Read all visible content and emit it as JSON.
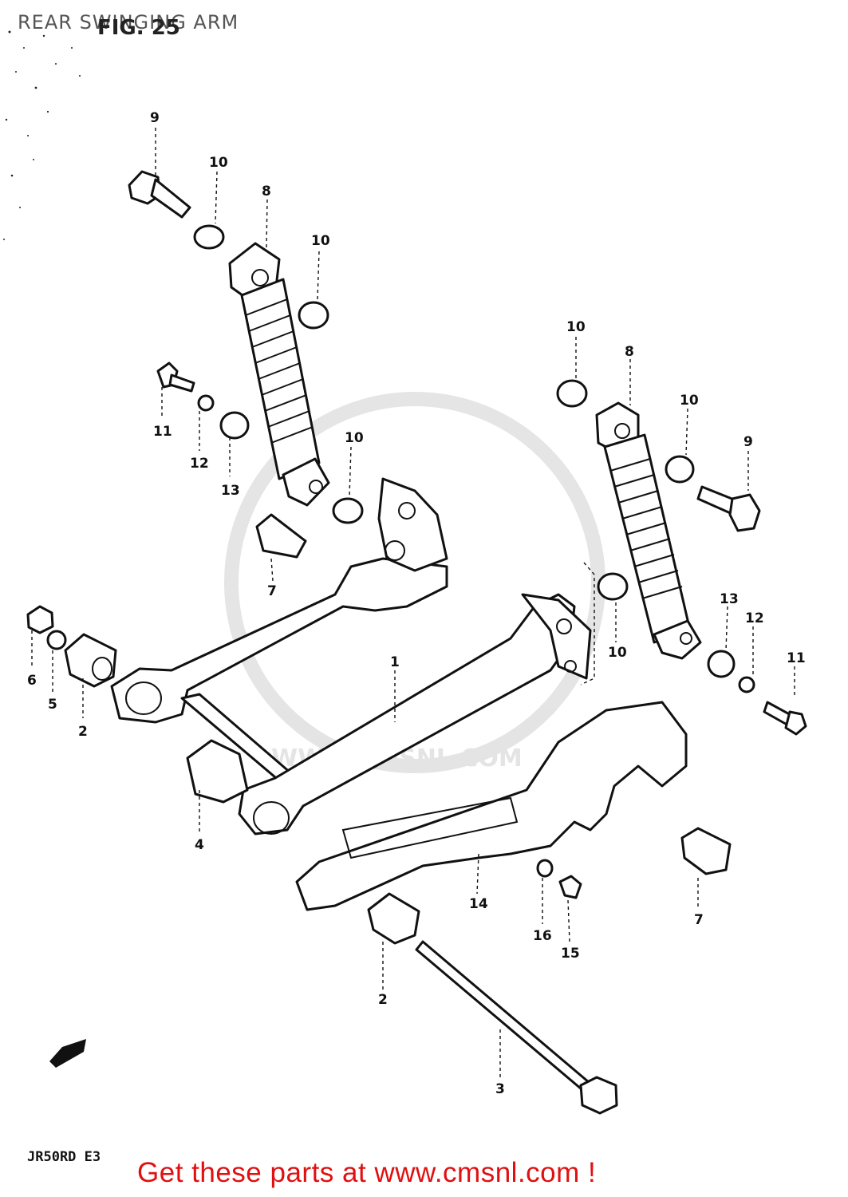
{
  "title": "REAR SWINGING ARM",
  "fig_label": "FIG. 25",
  "model_code": "JR50RD E3",
  "footer": "Get these parts at www.cmsnl.com !",
  "watermark": "WWW.CMSNL.COM",
  "footer_color": "#e01010",
  "callouts": [
    "9",
    "10",
    "8",
    "10",
    "11",
    "12",
    "13",
    "10",
    "7",
    "6",
    "5",
    "2",
    "1",
    "4",
    "10",
    "8",
    "10",
    "9",
    "10",
    "13",
    "12",
    "11",
    "14",
    "16",
    "15",
    "7",
    "2",
    "3"
  ]
}
